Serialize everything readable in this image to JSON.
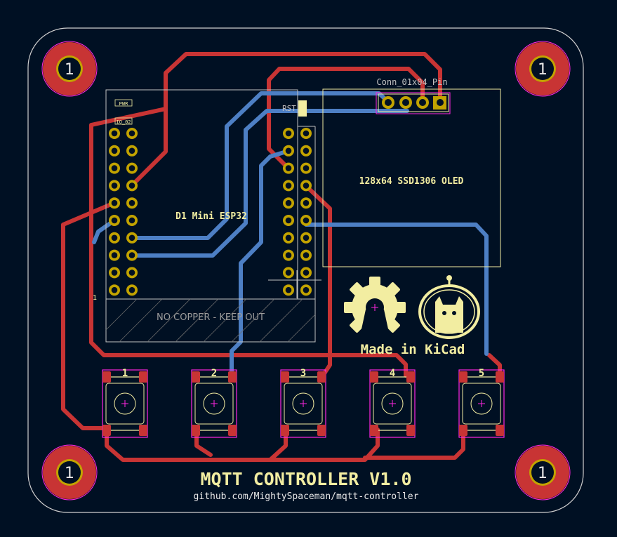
{
  "board": {
    "mount_label": "1",
    "module_label": "D1 Mini ESP32",
    "pwr_label": "PWR",
    "io_label": "IO_02",
    "rst_label": "RST",
    "keepout_label": "NO COPPER - KEEP OUT",
    "pin1_marker": "1",
    "conn_label": "Conn_01x04_Pin",
    "oled_label": "128x64 SSD1306 OLED",
    "made_in": "Made in KiCad",
    "title": "MQTT CONTROLLER V1.0",
    "url": "github.com/MightySpaceman/mqtt-controller"
  },
  "switches": [
    {
      "label": "1"
    },
    {
      "label": "2"
    },
    {
      "label": "3"
    },
    {
      "label": "4"
    },
    {
      "label": "5"
    }
  ],
  "colors": {
    "background": "#001023",
    "front_copper": "#c83434",
    "back_copper": "#4d7fc4",
    "silkscreen": "#f2eda1",
    "fab_outline": "#c2c2c2",
    "courtyard": "#ff26e2",
    "pad_gold": "#c2a300"
  },
  "icons": {
    "oshw": "open-hardware-gear-icon",
    "kicad": "kicad-cat-logo-icon"
  }
}
